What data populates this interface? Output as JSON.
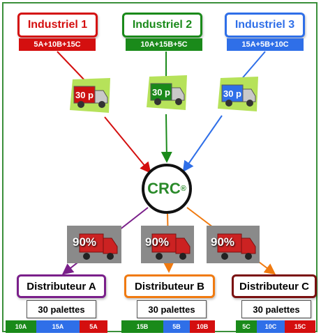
{
  "industriels": [
    {
      "name": "Industriel 1",
      "mix": "5A+10B+15C",
      "color": "#d40f0f"
    },
    {
      "name": "Industriel 2",
      "mix": "10A+15B+5C",
      "color": "#1a8a1a"
    },
    {
      "name": "Industriel 3",
      "mix": "15A+5B+10C",
      "color": "#2f6fe8"
    }
  ],
  "trucks": [
    {
      "label": "30 p",
      "color": "#d40f0f"
    },
    {
      "label": "30 p",
      "color": "#1a8a1a"
    },
    {
      "label": "30 p",
      "color": "#2f6fe8"
    }
  ],
  "hub": {
    "label": "CRC",
    "mark": "®"
  },
  "delivery_trucks": [
    {
      "fill": "90%"
    },
    {
      "fill": "90%"
    },
    {
      "fill": "90%"
    }
  ],
  "distributeurs": [
    {
      "name": "Distributeur A",
      "color": "#7a1f8a",
      "pallets": "30 palettes",
      "segments": [
        {
          "label": "10A",
          "color": "#1a8a1a"
        },
        {
          "label": "15A",
          "color": "#2f6fe8"
        },
        {
          "label": "5A",
          "color": "#d40f0f"
        }
      ]
    },
    {
      "name": "Distributeur B",
      "color": "#f07a10",
      "pallets": "30 palettes",
      "segments": [
        {
          "label": "15B",
          "color": "#1a8a1a"
        },
        {
          "label": "5B",
          "color": "#2f6fe8"
        },
        {
          "label": "10B",
          "color": "#d40f0f"
        }
      ]
    },
    {
      "name": "Distributeur C",
      "color": "#7a1010",
      "pallets": "30 palettes",
      "segments": [
        {
          "label": "5C",
          "color": "#1a8a1a"
        },
        {
          "label": "10C",
          "color": "#2f6fe8"
        },
        {
          "label": "15C",
          "color": "#d40f0f"
        }
      ]
    }
  ]
}
